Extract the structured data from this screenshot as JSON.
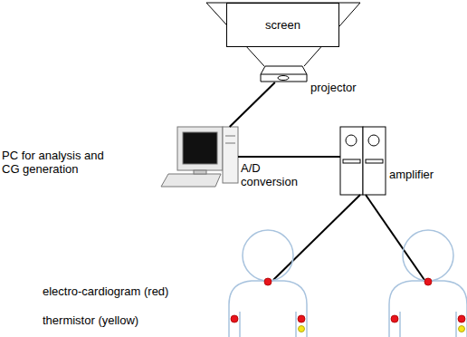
{
  "diagram": {
    "nodes": [
      {
        "text": [
          "screen"
        ]
      },
      {
        "text": [
          "projector"
        ]
      },
      {
        "text": [
          "PC for analysis and CG generation"
        ]
      },
      {
        "text": [
          "amplifier"
        ]
      }
    ],
    "edges": [
      {
        "from": 1,
        "to": 2,
        "arrow": "none"
      },
      {
        "from": 2,
        "to": 3,
        "label": "A/D conversion",
        "arrow": "none"
      }
    ],
    "labels": [
      "electro-cardiogram (red)",
      "thermistor (yellow)"
    ]
  }
}
